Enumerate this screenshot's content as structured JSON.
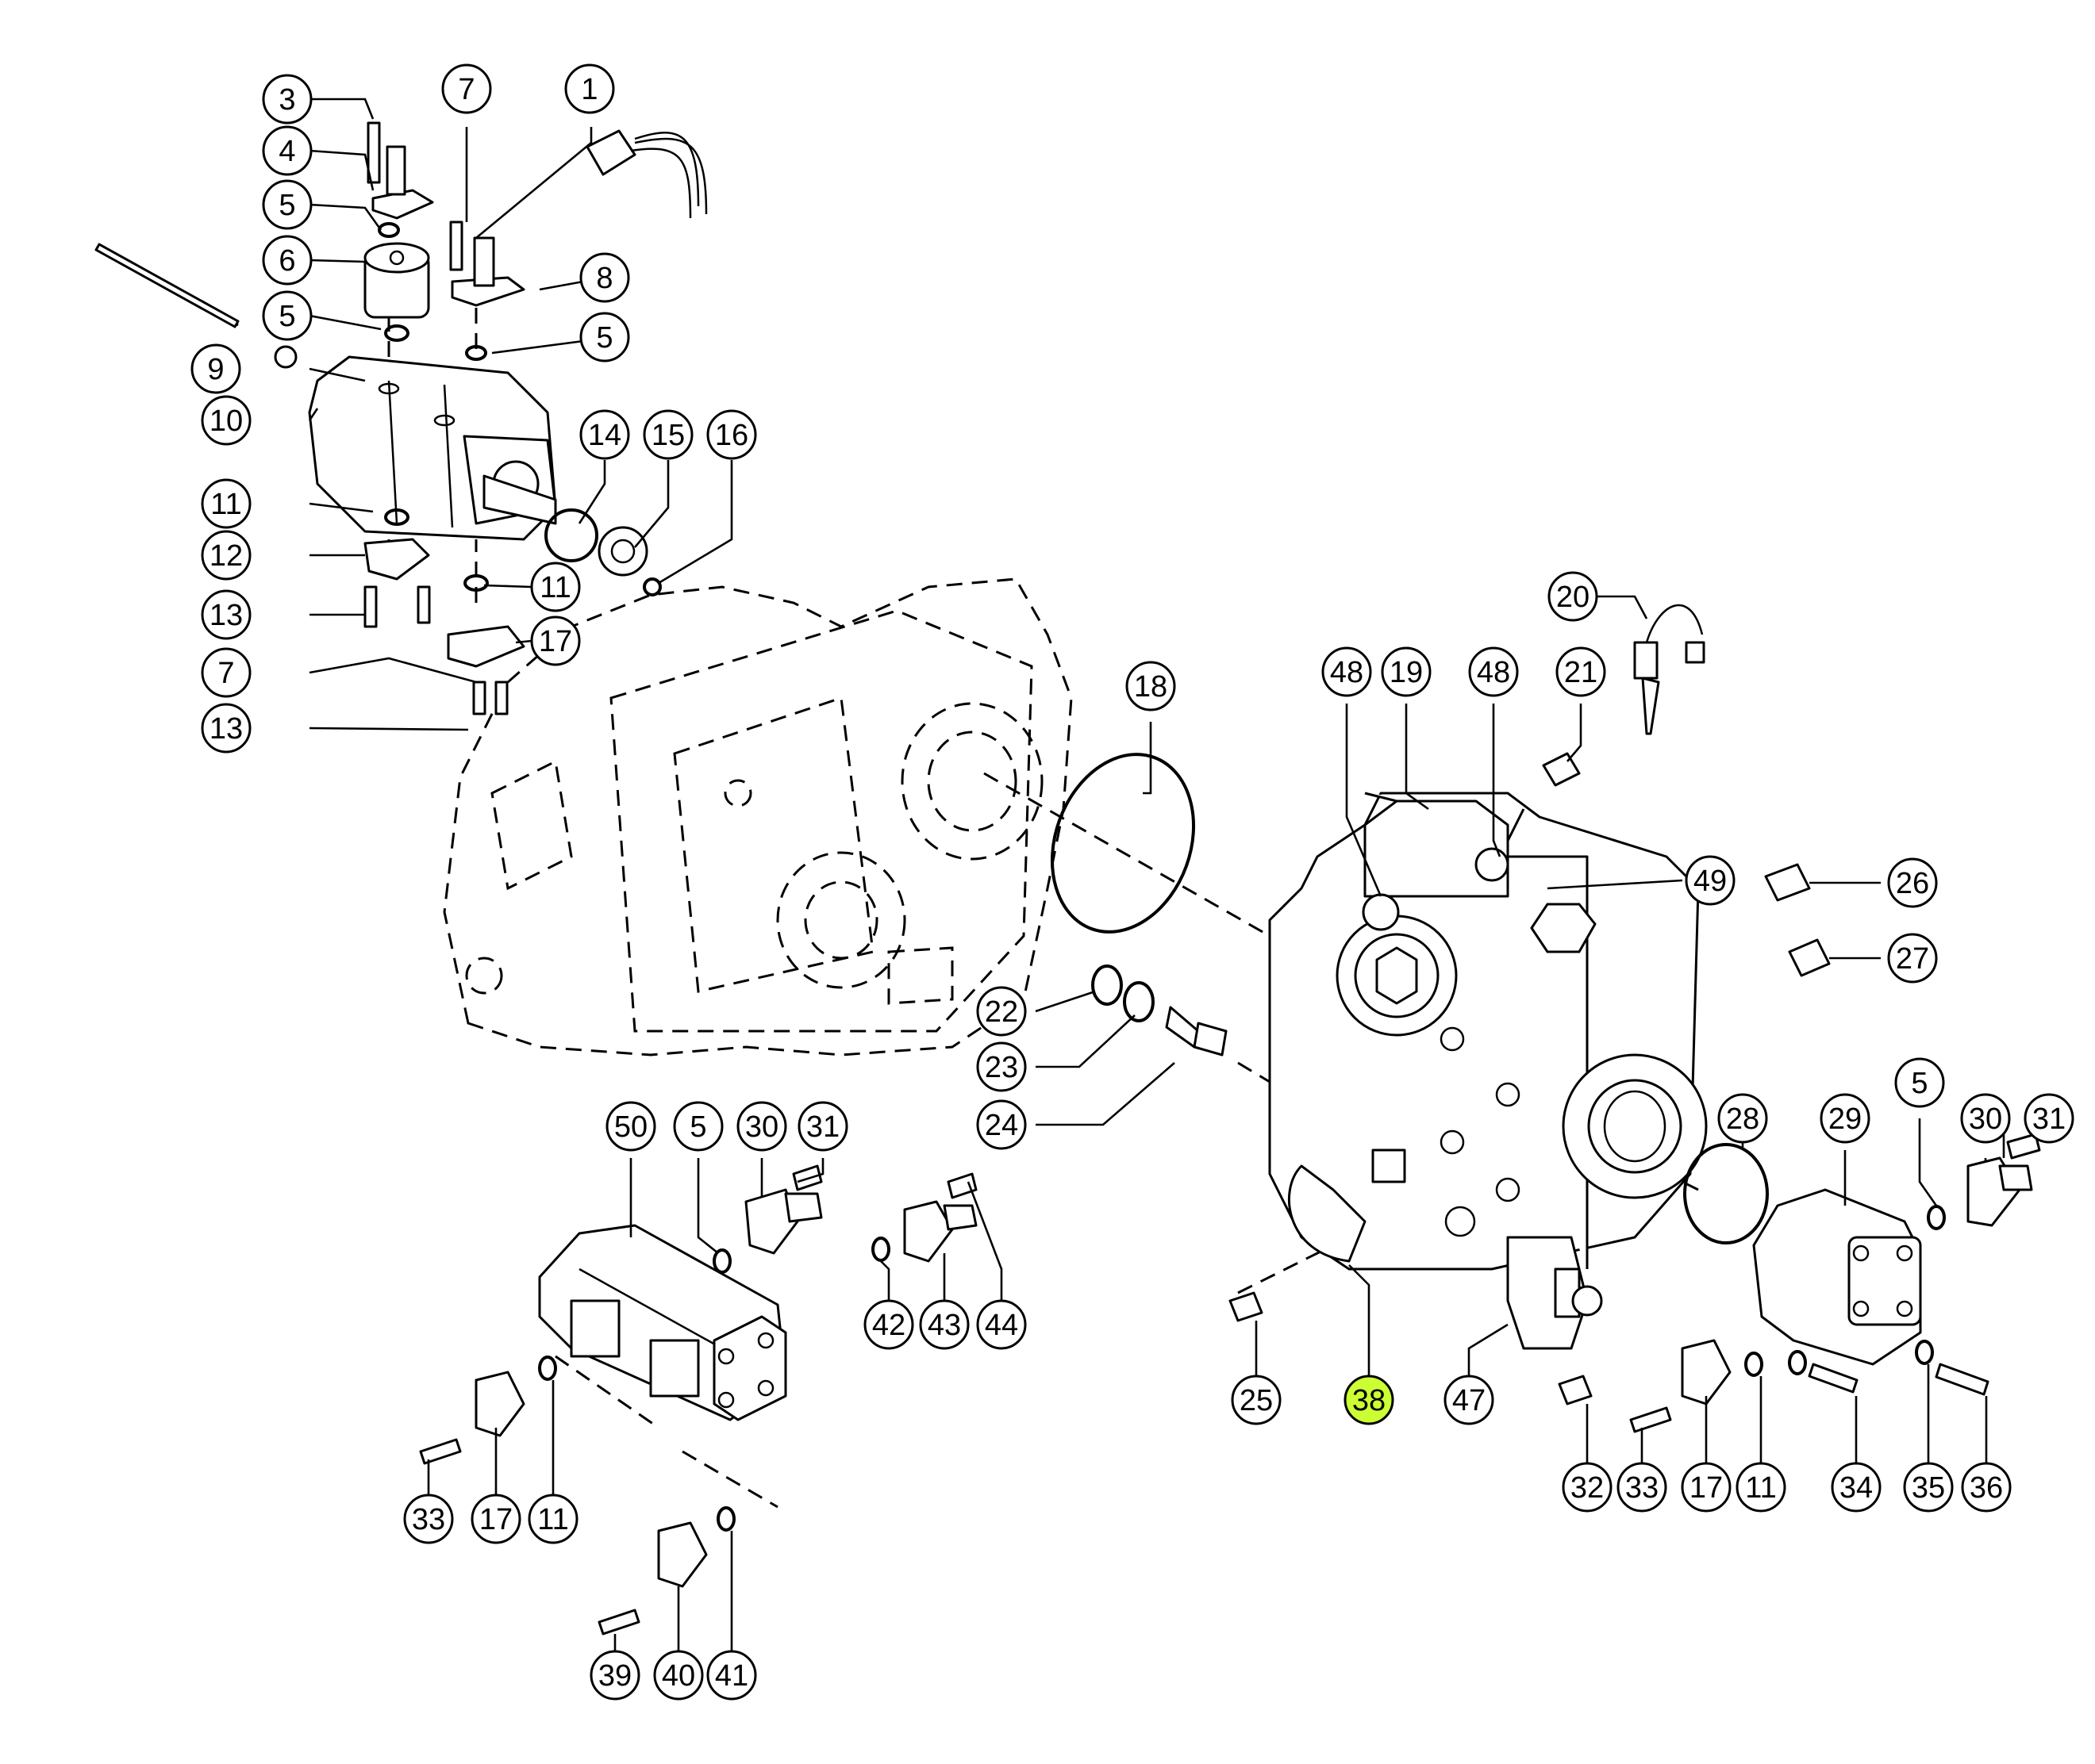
{
  "highlight_color": "#ccff33",
  "highlighted_callout": "38",
  "callouts": [
    {
      "label": "1"
    },
    {
      "label": "3"
    },
    {
      "label": "7"
    },
    {
      "label": "4"
    },
    {
      "label": "5"
    },
    {
      "label": "6"
    },
    {
      "label": "8"
    },
    {
      "label": "5"
    },
    {
      "label": "5"
    },
    {
      "label": "9"
    },
    {
      "label": "10"
    },
    {
      "label": "14"
    },
    {
      "label": "15"
    },
    {
      "label": "16"
    },
    {
      "label": "11"
    },
    {
      "label": "12"
    },
    {
      "label": "11"
    },
    {
      "label": "13"
    },
    {
      "label": "17"
    },
    {
      "label": "7"
    },
    {
      "label": "13"
    },
    {
      "label": "20"
    },
    {
      "label": "48"
    },
    {
      "label": "19"
    },
    {
      "label": "48"
    },
    {
      "label": "21"
    },
    {
      "label": "18"
    },
    {
      "label": "49"
    },
    {
      "label": "26"
    },
    {
      "label": "27"
    },
    {
      "label": "22"
    },
    {
      "label": "23"
    },
    {
      "label": "24"
    },
    {
      "label": "28"
    },
    {
      "label": "29"
    },
    {
      "label": "5"
    },
    {
      "label": "30"
    },
    {
      "label": "31"
    },
    {
      "label": "50"
    },
    {
      "label": "5"
    },
    {
      "label": "30"
    },
    {
      "label": "31"
    },
    {
      "label": "42"
    },
    {
      "label": "43"
    },
    {
      "label": "44"
    },
    {
      "label": "25"
    },
    {
      "label": "38"
    },
    {
      "label": "47"
    },
    {
      "label": "32"
    },
    {
      "label": "33"
    },
    {
      "label": "17"
    },
    {
      "label": "11"
    },
    {
      "label": "34"
    },
    {
      "label": "35"
    },
    {
      "label": "36"
    },
    {
      "label": "33"
    },
    {
      "label": "17"
    },
    {
      "label": "11"
    },
    {
      "label": "39"
    },
    {
      "label": "40"
    },
    {
      "label": "41"
    }
  ]
}
